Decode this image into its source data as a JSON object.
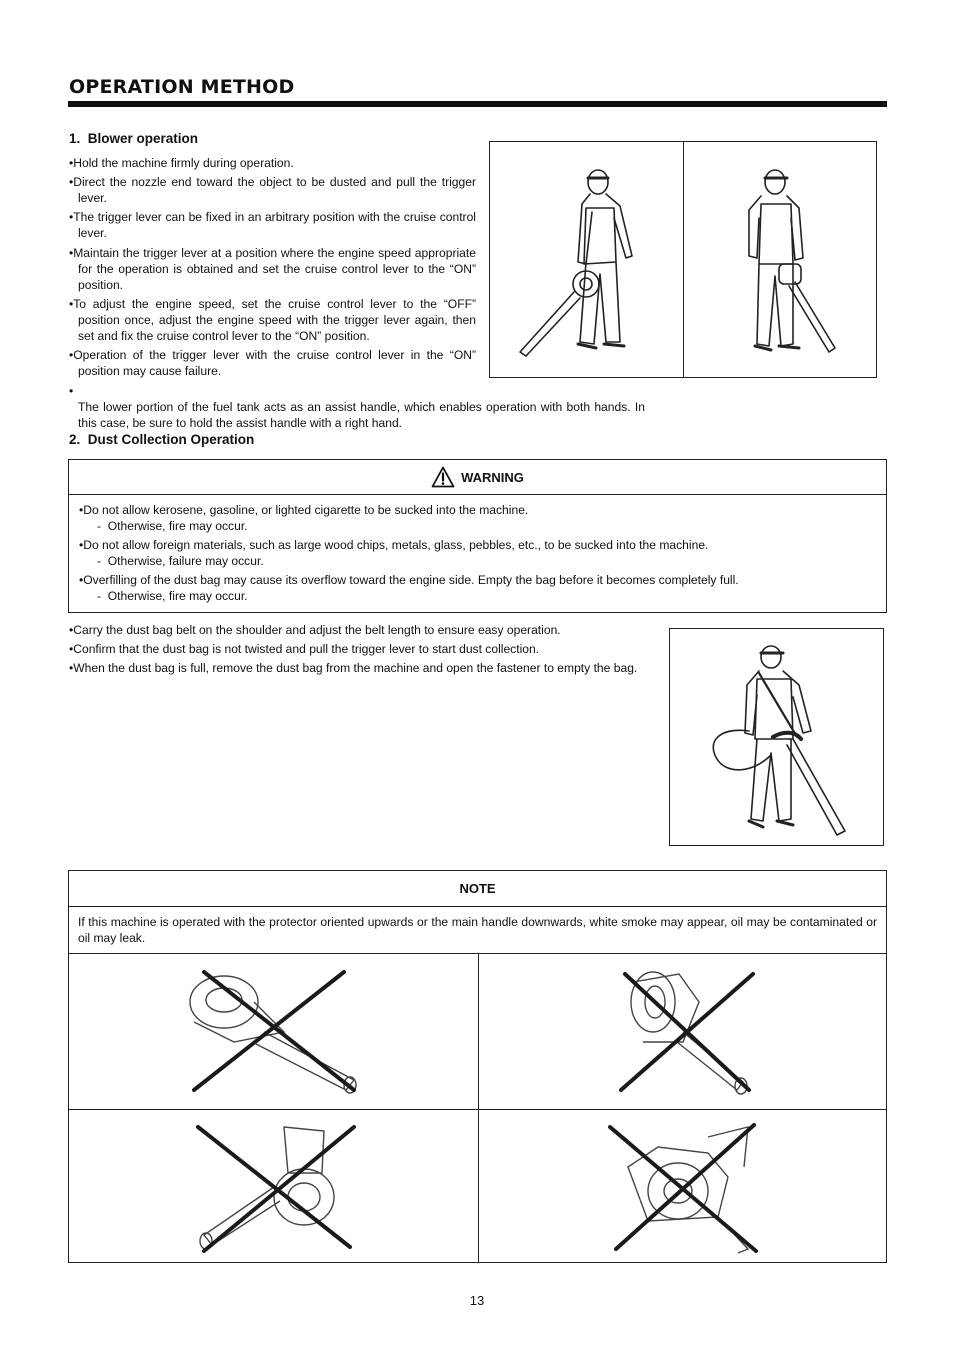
{
  "page": {
    "title": "OPERATION METHOD",
    "page_number": "13"
  },
  "blower": {
    "heading": "1.  Blower operation",
    "bullets": [
      "Hold the machine firmly during operation.",
      "Direct the nozzle end toward the object to be dusted and pull the trigger lever.",
      "The trigger lever can be fixed in an arbitrary position with the cruise control lever.",
      "Maintain the trigger lever at a position where the engine speed appropriate for the operation is obtained and set the cruise control lever to the “ON” position.",
      "To adjust the engine speed, set the cruise control lever to the “OFF” position once, adjust the engine speed with the trigger lever again, then set and fix the cruise control lever to the “ON” position.",
      "Operation of the trigger lever with the cruise control lever in the “ON” position may cause failure.",
      "The lower portion of the fuel tank acts as an assist handle, which enables operation with both hands. In this case, be sure to hold the assist handle with a right hand."
    ]
  },
  "dust": {
    "heading": "2.  Dust Collection Operation",
    "warning": {
      "label": "WARNING",
      "items": [
        {
          "text": "Do not allow kerosene, gasoline, or lighted cigarette to be sucked into the machine.",
          "sub": "-  Otherwise, fire may occur."
        },
        {
          "text": "Do not allow foreign materials, such as large wood chips, metals, glass, pebbles, etc., to be sucked into the machine.",
          "sub": "-  Otherwise, failure may occur."
        },
        {
          "text": "Overfilling of the dust bag may cause its overflow toward the engine side. Empty the bag before it becomes completely full.",
          "sub": "-  Otherwise, fire may occur."
        }
      ]
    },
    "bullets": [
      "Carry the dust bag belt on the shoulder and adjust the belt length to ensure easy operation.",
      "Confirm that the dust bag is not twisted and pull the trigger lever to start dust collection.",
      "When the dust bag is full, remove the dust bag from the machine and open the fastener to empty the bag."
    ]
  },
  "note": {
    "label": "NOTE",
    "text": "If this machine is operated with the protector oriented upwards or the main handle downwards, white smoke may appear, oil may be contaminated or oil may leak."
  },
  "icons": {
    "warning_icon": "warning-triangle-icon",
    "prohibited": "crossed-out-illustration"
  },
  "colors": {
    "text": "#111111",
    "rule": "#111111",
    "cross": "#1a1a1a"
  }
}
